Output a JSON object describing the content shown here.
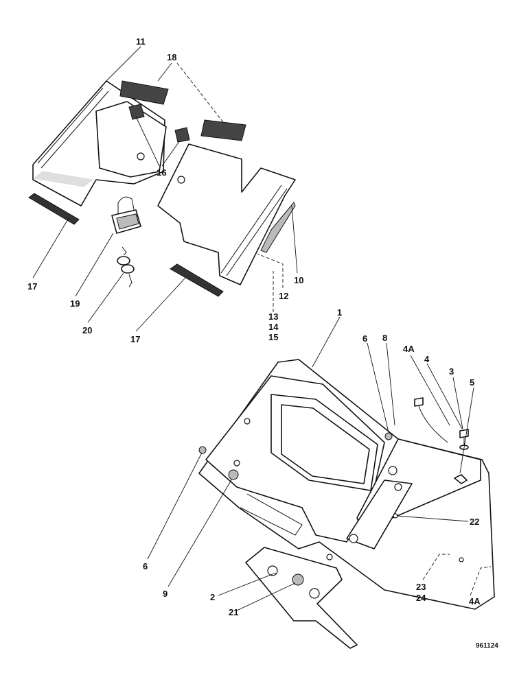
{
  "labels": {
    "l11": "11",
    "l18": "18",
    "l16": "16",
    "l17a": "17",
    "l17b": "17",
    "l19": "19",
    "l20": "20",
    "l10": "10",
    "l12": "12",
    "l13": "13",
    "l14": "14",
    "l15": "15",
    "l1": "1",
    "l6a": "6",
    "l8": "8",
    "l4A_top": "4A",
    "l4": "4",
    "l3": "3",
    "l5": "5",
    "l6b": "6",
    "l9": "9",
    "l22": "22",
    "l2": "2",
    "l21": "21",
    "l23": "23",
    "l24": "24",
    "l4A_bottom": "4A"
  },
  "reference": "961124"
}
